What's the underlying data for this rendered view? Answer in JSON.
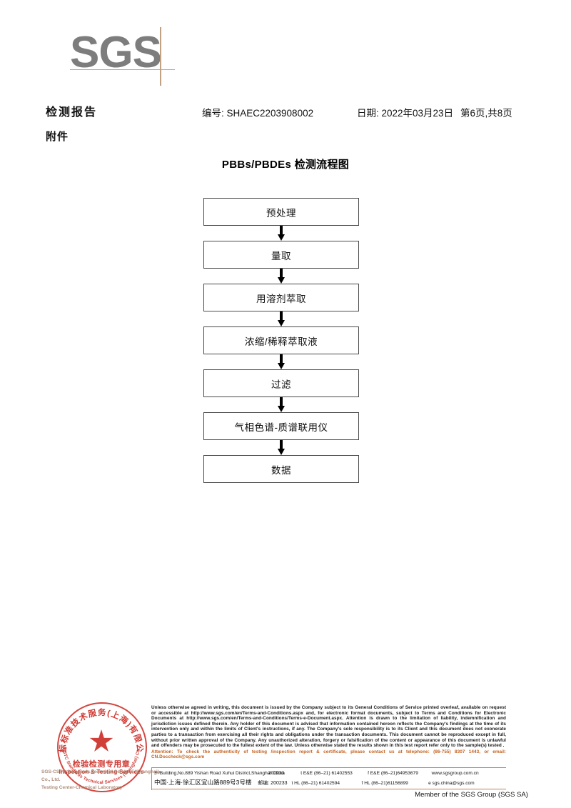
{
  "logo": {
    "text": "SGS",
    "color": "#7d7d7d",
    "rule_color": "#c0a183"
  },
  "header": {
    "title": "检测报告",
    "attachment_label": "附件",
    "report_no": "编号: SHAEC2203908002",
    "date": "日期: 2022年03月23日",
    "page": "第6页,共8页"
  },
  "flowchart": {
    "title": "PBBs/PBDEs 检测流程图",
    "steps": [
      {
        "label": "预处理"
      },
      {
        "label": "量取"
      },
      {
        "label": "用溶剂萃取"
      },
      {
        "label": "浓缩/稀释萃取液"
      },
      {
        "label": "过滤"
      },
      {
        "label": "气相色谱-质谱联用仪"
      },
      {
        "label": "数据"
      }
    ]
  },
  "stamp": {
    "arc_cn": "通标标准技术服务(上海)有限公司",
    "arc_en": "SGS-CSTC Standards Technical Services (Shanghai) Co., Ltd.",
    "center_cn": "检验检测专用章",
    "center_en": "Inspection & Testing Services",
    "color": "#cc2a23"
  },
  "footer": {
    "company_line1": "SGS-CSTC Standards Technical Services (Shanghai) Co., Ltd.",
    "company_line2": "Testing Center-Chemical Laboratory",
    "legal_text": "Unless otherwise agreed in writing, this document is issued by the Company subject to its General Conditions of Service printed overleaf, available on request or accessible at http://www.sgs.com/en/Terms-and-Conditions.aspx and, for electronic format documents, subject to Terms and Conditions for Electronic Documents at http://www.sgs.com/en/Terms-and-Conditions/Terms-e-Document.aspx. Attention is drawn to the limitation of liability, indemnification and jurisdiction issues defined therein. Any holder of this document is advised that information contained hereon reflects the Company's findings at the time of its intervention only and within the limits of Client's instructions, if any. The Company's sole responsibility is to its Client and this document does not exonerate parties to a transaction from exercising all their rights and obligations under the transaction documents. This document cannot be reproduced except in full, without prior written approval of the Company. Any unauthorized alteration, forgery or falsification of the content or appearance of this document is unlawful and offenders may be prosecuted to the fullest extent of the law. Unless otherwise stated the results shown in this test report refer only to the sample(s) tested .",
    "attention_text": "Attention: To check the authenticity of testing /inspection report & certificate, please contact us at telephone: (86-755) 8307 1443, or email: CN.Doccheck@sgs.com",
    "attention_color": "#c4601e",
    "address_en": "3ʳᵈBuilding,No.889 Yishan Road Xuhui District,Shanghai China",
    "address_cn": "中国·上海·徐汇区宜山路889号3号楼",
    "postcode_en": "200233",
    "postcode_cn_label": "邮编:",
    "postcode_cn": "200233",
    "tel_ee": "t E&E (86–21) 61402553",
    "fax_ee": "f E&E (86–21)64953679",
    "website": "www.sgsgroup.com.cn",
    "tel_hl": "t HL (86–21) 61402594",
    "fax_hl": "f HL (86–21)61156899",
    "email": "e  sgs.china@sgs.com",
    "member_line": "Member of the SGS Group (SGS SA)"
  }
}
